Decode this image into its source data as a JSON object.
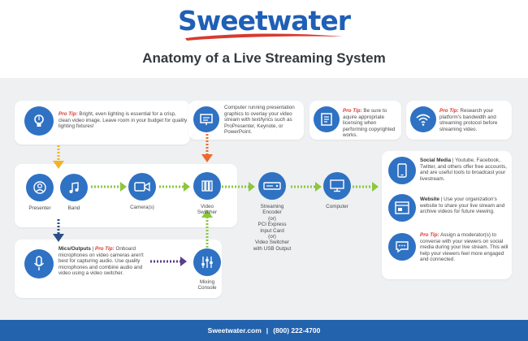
{
  "header": {
    "brand": "Sweetwater",
    "title": "Anatomy of a Live Streaming System"
  },
  "tips": {
    "lighting": {
      "prefix": "Pro Tip:",
      "text": "Bright, even lighting is essential for a crisp, clean video image. Leave room in your budget for quality lighting fixtures!"
    },
    "graphics": {
      "text": "Computer running presentation graphics to overlay your video stream with text/lyrics such as ProPresenter, Keynote, or PowerPoint."
    },
    "licensing": {
      "prefix": "Pro Tip:",
      "text": "Be sure to aquire appropriate licensing when performing copyrighted works."
    },
    "bandwidth": {
      "prefix": "Pro Tip:",
      "text": "Research your platform's bandwidth and streaming protocol before streaming video."
    },
    "mics": {
      "heading": "Mics/Outputs",
      "sep": " | ",
      "prefix": "Pro Tip:",
      "text": "Onboard microphones on video cameras aren't best for capturing audio. Use quality microphones and combine audio and video using a video switcher."
    },
    "social": {
      "heading": "Social Media",
      "text": " | Youtube, Facebook, Twitter, and others offer free accounts, and are useful tools to broadcast your livestream."
    },
    "website": {
      "heading": "Website",
      "text": " | Use your organization's website to share your live stream and archive videos for future viewing."
    },
    "moderator": {
      "prefix": "Pro Tip:",
      "text": "Assign a moderator(s) to converse with your viewers on social media during your live stream. This will help your viewers feel more engaged and connected."
    }
  },
  "nodes": {
    "presenter": "Presenter",
    "band": "Band",
    "cameras": "Camera(s)",
    "video_switcher_1": "Video",
    "video_switcher_2": "Switcher",
    "encoder": [
      "Streaming",
      "Encoder",
      "(or)",
      "PCI Express",
      "Input Card",
      "(or)",
      "Video Switcher",
      "with USB Output"
    ],
    "computer": "Computer",
    "mixing_1": "Mixing",
    "mixing_2": "Console"
  },
  "footer": {
    "site": "Sweetwater.com",
    "sep": "|",
    "phone": "(800) 222-4700"
  },
  "colors": {
    "brand_blue": "#1f5fb6",
    "node_blue": "#2f72c3",
    "accent_red": "#d83a30",
    "arrow_yellow": "#f3b323",
    "arrow_orange": "#ec6a2c",
    "arrow_green": "#8cc63f",
    "arrow_navy": "#2c4e86",
    "arrow_purple": "#5c3d8f",
    "footer_blue": "#2362ad"
  },
  "icons": [
    "lightbulb-icon",
    "presentation-icon",
    "document-icon",
    "wifi-icon",
    "person-icon",
    "music-note-icon",
    "video-camera-icon",
    "switcher-icon",
    "encoder-icon",
    "monitor-icon",
    "microphone-icon",
    "fader-icon",
    "smartphone-icon",
    "browser-icon",
    "chat-icon"
  ]
}
